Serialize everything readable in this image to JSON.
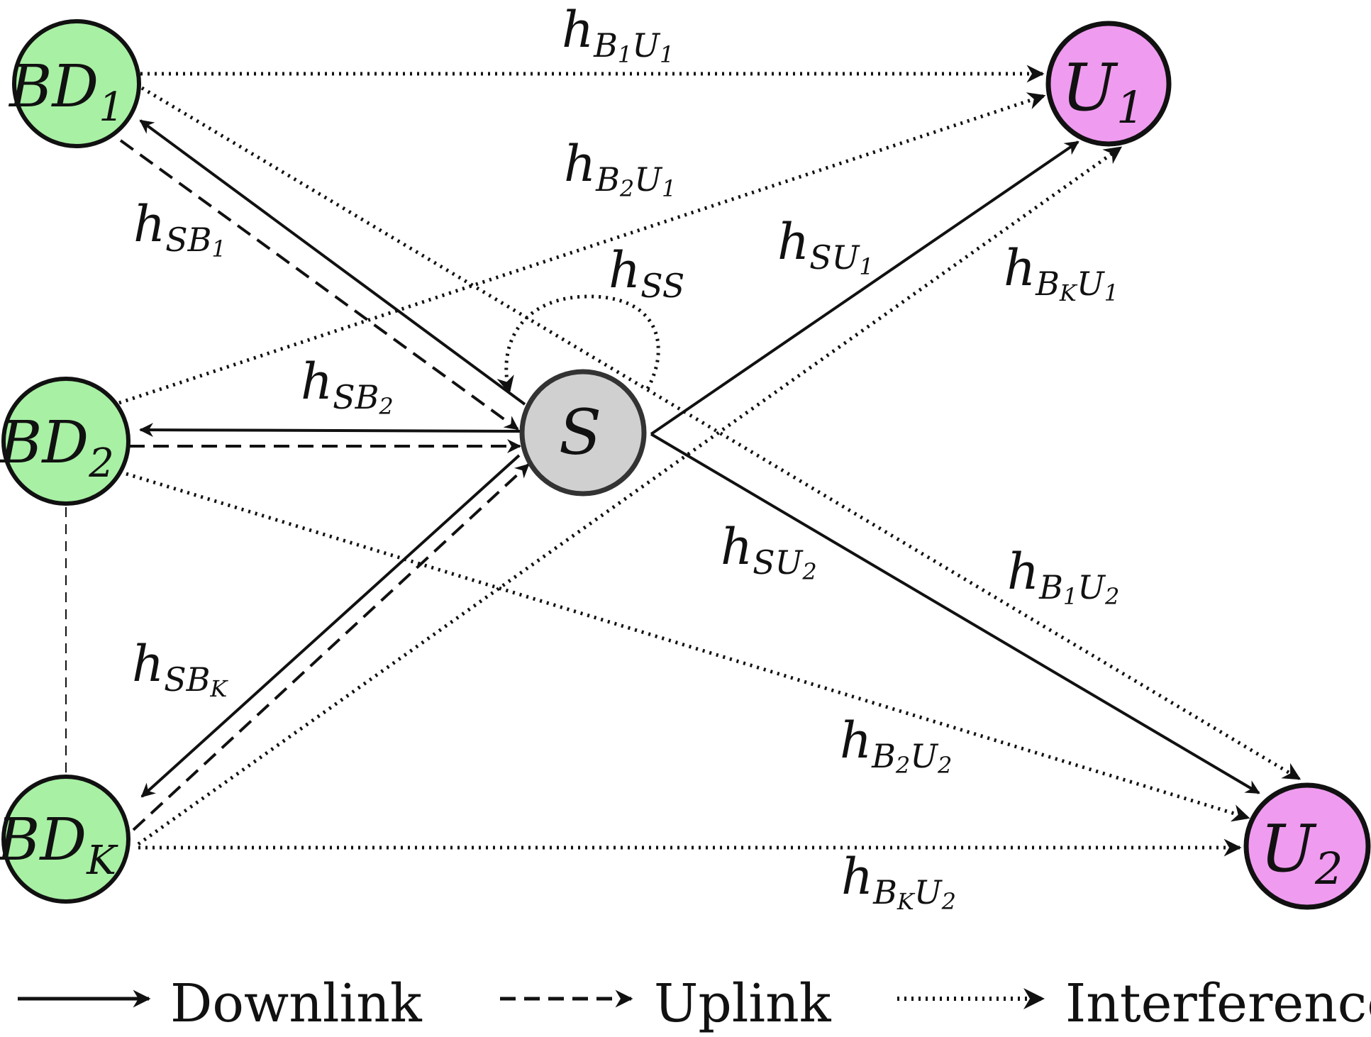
{
  "colors": {
    "bd_fill": "#a8f0a4",
    "user_fill": "#ef9bef",
    "source_fill": "#d0d0d0",
    "stroke": "#111111"
  },
  "nodes": {
    "bd1": {
      "main": "BD",
      "sub": "1"
    },
    "bd2": {
      "main": "BD",
      "sub": "2"
    },
    "bdk": {
      "main": "BD",
      "sub": "K"
    },
    "s": {
      "main": "S"
    },
    "u1": {
      "main": "U",
      "sub": "1"
    },
    "u2": {
      "main": "U",
      "sub": "2"
    }
  },
  "links": {
    "h_b1u1": {
      "h": "h",
      "s1": "B",
      "s1s": "1",
      "s2": "U",
      "s2s": "1"
    },
    "h_b2u1": {
      "h": "h",
      "s1": "B",
      "s1s": "2",
      "s2": "U",
      "s2s": "1"
    },
    "h_sb1": {
      "h": "h",
      "s1": "SB",
      "s1s": "1"
    },
    "h_ss": {
      "h": "h",
      "s1": "SS"
    },
    "h_su1": {
      "h": "h",
      "s1": "SU",
      "s1s": "1"
    },
    "h_bku1": {
      "h": "h",
      "s1": "B",
      "s1s": "K",
      "s2": "U",
      "s2s": "1"
    },
    "h_sb2": {
      "h": "h",
      "s1": "SB",
      "s1s": "2"
    },
    "h_su2": {
      "h": "h",
      "s1": "SU",
      "s1s": "2"
    },
    "h_b1u2": {
      "h": "h",
      "s1": "B",
      "s1s": "1",
      "s2": "U",
      "s2s": "2"
    },
    "h_sbk": {
      "h": "h",
      "s1": "SB",
      "s1s": "K"
    },
    "h_b2u2": {
      "h": "h",
      "s1": "B",
      "s1s": "2",
      "s2": "U",
      "s2s": "2"
    },
    "h_bku2": {
      "h": "h",
      "s1": "B",
      "s1s": "K",
      "s2": "U",
      "s2s": "2"
    }
  },
  "legend": {
    "downlink": "Downlink",
    "uplink": "Uplink",
    "interference": "Interference"
  }
}
